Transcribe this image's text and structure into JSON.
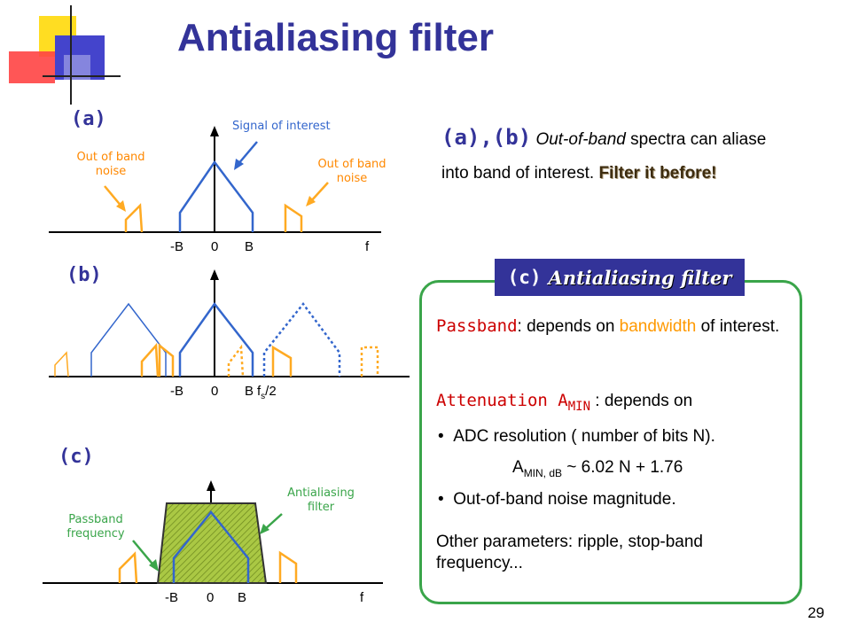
{
  "slide": {
    "title": "Antialiasing filter",
    "page_number": "29"
  },
  "panel_a": {
    "label": "(a)",
    "signal_label": "Signal of interest",
    "noise_left_line1": "Out of band",
    "noise_left_line2": "noise",
    "noise_right_line1": "Out of band",
    "noise_right_line2": "noise",
    "tick_neg_b": "-B",
    "tick_zero": "0",
    "tick_b": "B",
    "tick_f": "f"
  },
  "panel_b": {
    "label": "(b)",
    "tick_neg_b": "-B",
    "tick_zero": "0",
    "tick_b": "B",
    "tick_fs_base": "f",
    "tick_fs_sub": "s",
    "tick_fs_suffix": "/2"
  },
  "panel_c": {
    "label": "(c)",
    "filter_line1": "Antialiasing",
    "filter_line2": "filter",
    "passband_line1": "Passband",
    "passband_line2": "frequency",
    "tick_neg_b": "-B",
    "tick_zero": "0",
    "tick_b": "B",
    "tick_f": "f"
  },
  "note": {
    "prefix": "(a),(b)",
    "italic_part": "Out-of-band",
    "text1": " spectra can aliase into band of interest. ",
    "emph": "Filter it before!"
  },
  "box": {
    "title_a": "(c)",
    "title_b": "Antialiasing filter",
    "passband_term": "Passband",
    "passband_text1": ": depends on ",
    "passband_highlight": "bandwidth",
    "passband_text2": " of interest.",
    "atten_term": "Attenuation A",
    "atten_sub": "MIN",
    "atten_text": " : depends on",
    "bullet1": "ADC resolution ( number of bits N).",
    "formula_a": "A",
    "formula_sub": "MIN, dB",
    "formula_rest": " ~ 6.02 N + 1.76",
    "bullet2": "Out-of-band noise magnitude.",
    "other": "Other parameters: ripple, stop-band frequency..."
  },
  "colors": {
    "title": "#333399",
    "blue_trace": "#3366cc",
    "orange_trace": "#ffaa22",
    "filter_fill": "#99bb33",
    "box_border": "#3aa54a",
    "passband_term": "#cc0000"
  },
  "icons": [
    "logo-blocks-icon"
  ]
}
